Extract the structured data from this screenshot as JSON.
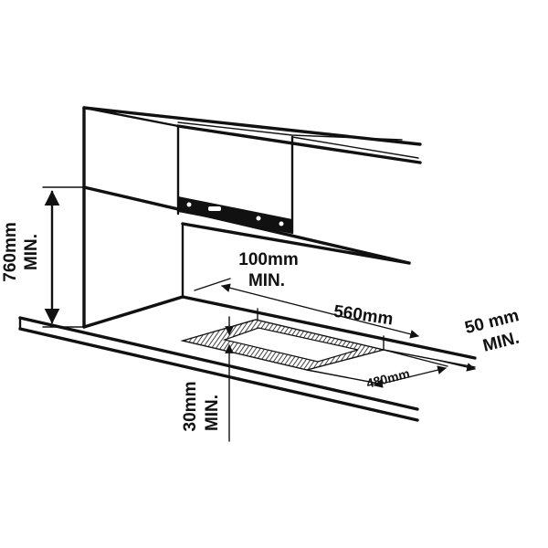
{
  "diagram": {
    "dimensions": {
      "height_value": "760mm",
      "height_min": "MIN.",
      "back_clearance_value": "100mm",
      "back_clearance_min": "MIN.",
      "cutout_width": "560mm",
      "side_clearance_value": "50 mm",
      "side_clearance_min": "MIN.",
      "cutout_depth": "480mm",
      "front_clearance_value": "30mm",
      "front_clearance_min": "MIN."
    }
  }
}
